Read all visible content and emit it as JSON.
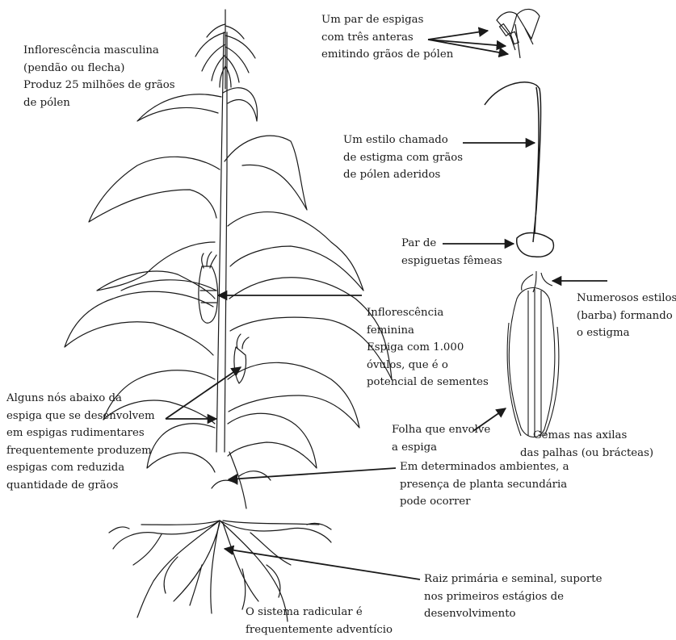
{
  "labels": {
    "male_inflorescence": [
      "Inflorescência masculina",
      "(pendão ou flecha)",
      "Produz 25 milhões de grãos",
      "de pólen"
    ],
    "spikelet_pair": [
      "Um par de espigas",
      "com três anteras",
      "emitindo grãos de pólen"
    ],
    "style_stigma": [
      "Um estilo chamado",
      "de estigma com grãos",
      "de pólen aderidos"
    ],
    "female_spikelets": [
      "Par de",
      "espiguetas fêmeas"
    ],
    "silk": [
      "Numerosos  estilos",
      "(barba) formando",
      "o estigma"
    ],
    "female_inflorescence": [
      "Inflorescência",
      "feminina",
      "Espiga com 1.000",
      "óvulos, que é o",
      "potencial de sementes"
    ],
    "lower_nodes": [
      "Alguns nós abaixo da",
      "espiga que se desenvolvem",
      "em espigas rudimentares",
      "frequentemente produzem",
      "espigas com reduzida",
      "quantidade de grãos"
    ],
    "husk_leaf": [
      "Folha que envolve",
      "a espiga"
    ],
    "husk_buds": [
      "Gemas nas axilas",
      "das palhas (ou brácteas)"
    ],
    "tiller": [
      "Em determinados ambientes, a",
      "presença de planta secundária",
      "pode ocorrer"
    ],
    "primary_root": [
      "Raiz primária e seminal, suporte",
      "nos primeiros estágios de",
      "desenvolvimento"
    ],
    "root_system": [
      "O sistema radicular é",
      "frequentemente adventício"
    ]
  },
  "colors": {
    "ink": "#1a1a1a",
    "background": "#ffffff"
  }
}
